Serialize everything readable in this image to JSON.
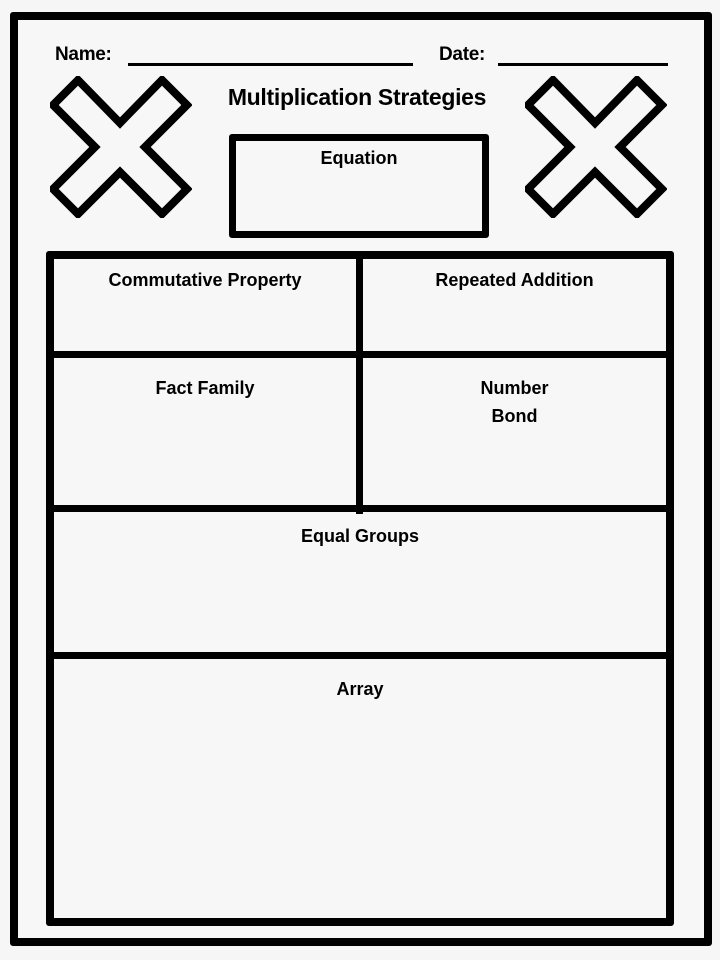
{
  "header": {
    "name_label": "Name:",
    "date_label": "Date:",
    "title": "Multiplication Strategies"
  },
  "icons": [
    "x-mark-icon",
    "x-mark-icon"
  ],
  "equation_box": {
    "label": "Equation"
  },
  "grid": {
    "cells": [
      {
        "label": "Commutative Property"
      },
      {
        "label": "Repeated Addition"
      },
      {
        "label": "Fact Family"
      },
      {
        "label": "Number",
        "label_line2": "Bond"
      },
      {
        "label": "Equal Groups"
      },
      {
        "label": "Array"
      }
    ]
  },
  "colors": {
    "ink": "#000000",
    "paper": "#f7f7f7"
  }
}
